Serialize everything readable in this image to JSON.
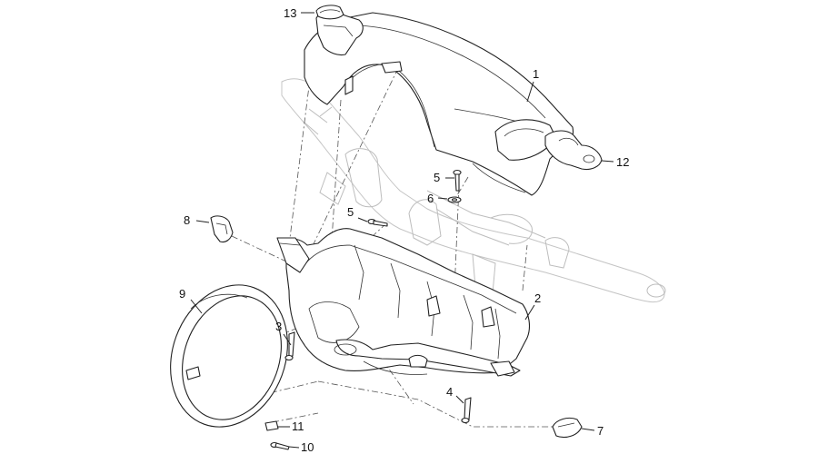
{
  "callouts": [
    {
      "id": "c1",
      "text": "1"
    },
    {
      "id": "c2",
      "text": "2"
    },
    {
      "id": "c3",
      "text": "3"
    },
    {
      "id": "c4",
      "text": "4"
    },
    {
      "id": "c5a",
      "text": "5"
    },
    {
      "id": "c5b",
      "text": "5"
    },
    {
      "id": "c6",
      "text": "6"
    },
    {
      "id": "c7",
      "text": "7"
    },
    {
      "id": "c8",
      "text": "8"
    },
    {
      "id": "c9",
      "text": "9"
    },
    {
      "id": "c10",
      "text": "10"
    },
    {
      "id": "c11",
      "text": "11"
    },
    {
      "id": "c12",
      "text": "12"
    },
    {
      "id": "c13",
      "text": "13"
    }
  ]
}
